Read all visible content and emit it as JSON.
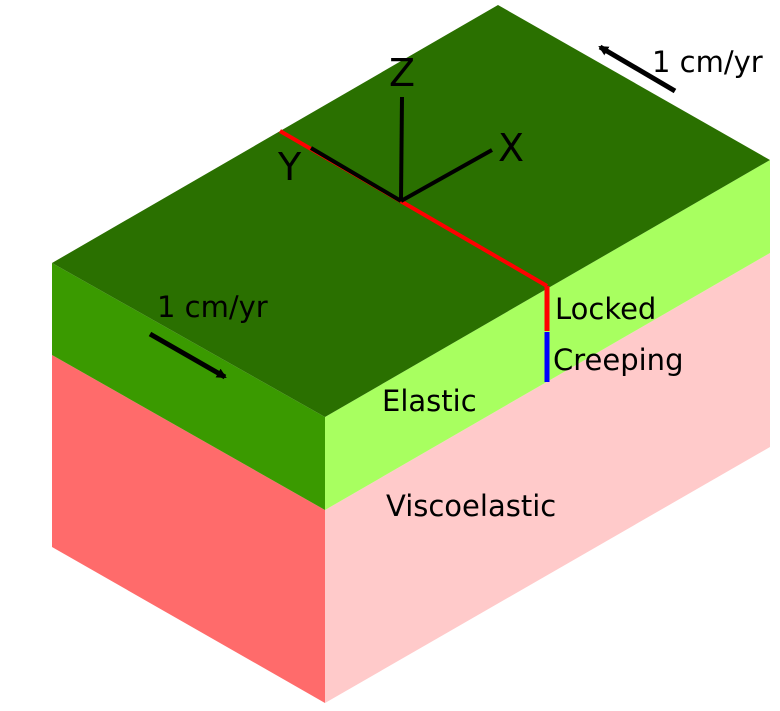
{
  "labels": {
    "axis_z": "Z",
    "axis_x": "X",
    "axis_y": "Y",
    "velocity_right": "1 cm/yr",
    "velocity_left": "1 cm/yr",
    "locked": "Locked",
    "creeping": "Creeping",
    "elastic": "Elastic",
    "viscoelastic": "Viscoelastic"
  },
  "colors": {
    "top_surface": "#2a7000",
    "elastic_left": "#3a9a00",
    "elastic_right": "#a8ff60",
    "visco_left": "#ff6b6b",
    "visco_right": "#ffcaca",
    "locked": "#ff0000",
    "creeping": "#0000ff",
    "axes": "#000000"
  }
}
